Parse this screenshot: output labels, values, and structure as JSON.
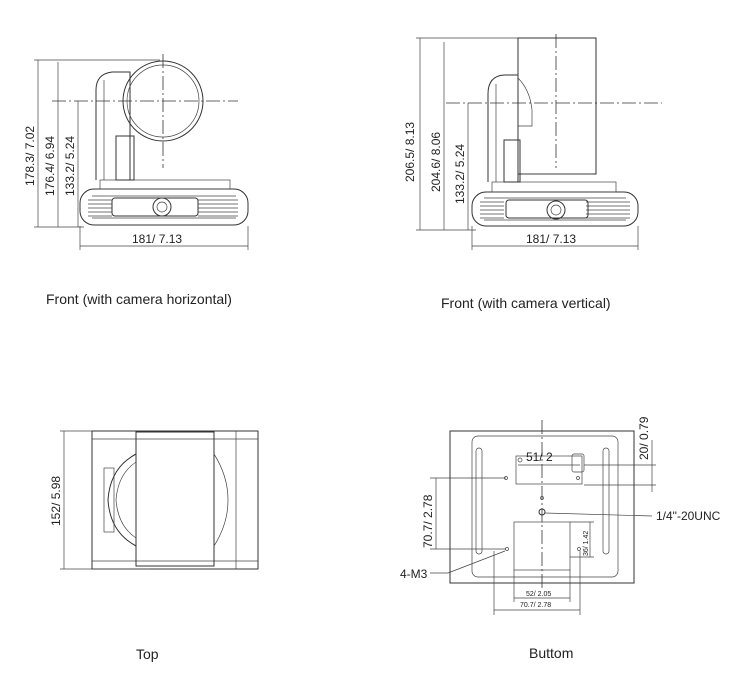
{
  "views": {
    "front_horizontal": {
      "caption": "Front (with camera horizontal)",
      "dims": {
        "height_total": "178.3/ 7.02",
        "height_mid": "176.4/ 6.94",
        "height_axis": "133.2/ 5.24",
        "width": "181/ 7.13"
      }
    },
    "front_vertical": {
      "caption": "Front (with camera vertical)",
      "dims": {
        "height_total": "206.5/ 8.13",
        "height_mid": "204.6/ 8.06",
        "height_axis": "133.2/ 5.24",
        "width": "181/ 7.13"
      }
    },
    "top": {
      "caption": "Top",
      "dims": {
        "depth": "152/ 5.98"
      }
    },
    "bottom": {
      "caption": "Buttom",
      "dims": {
        "hole_spacing_top": "51/ 2",
        "offset_right": "20/ 0.79",
        "hole_spacing_left": "70.7/ 2.78",
        "tripod_thread": "1/4\"-20UNC",
        "screw_holes": "4-M3",
        "slot_height": "36/ 1.42",
        "slot_width": "52/ 2.05",
        "hole_spacing_bottom": "70.7/ 2.78"
      }
    }
  }
}
